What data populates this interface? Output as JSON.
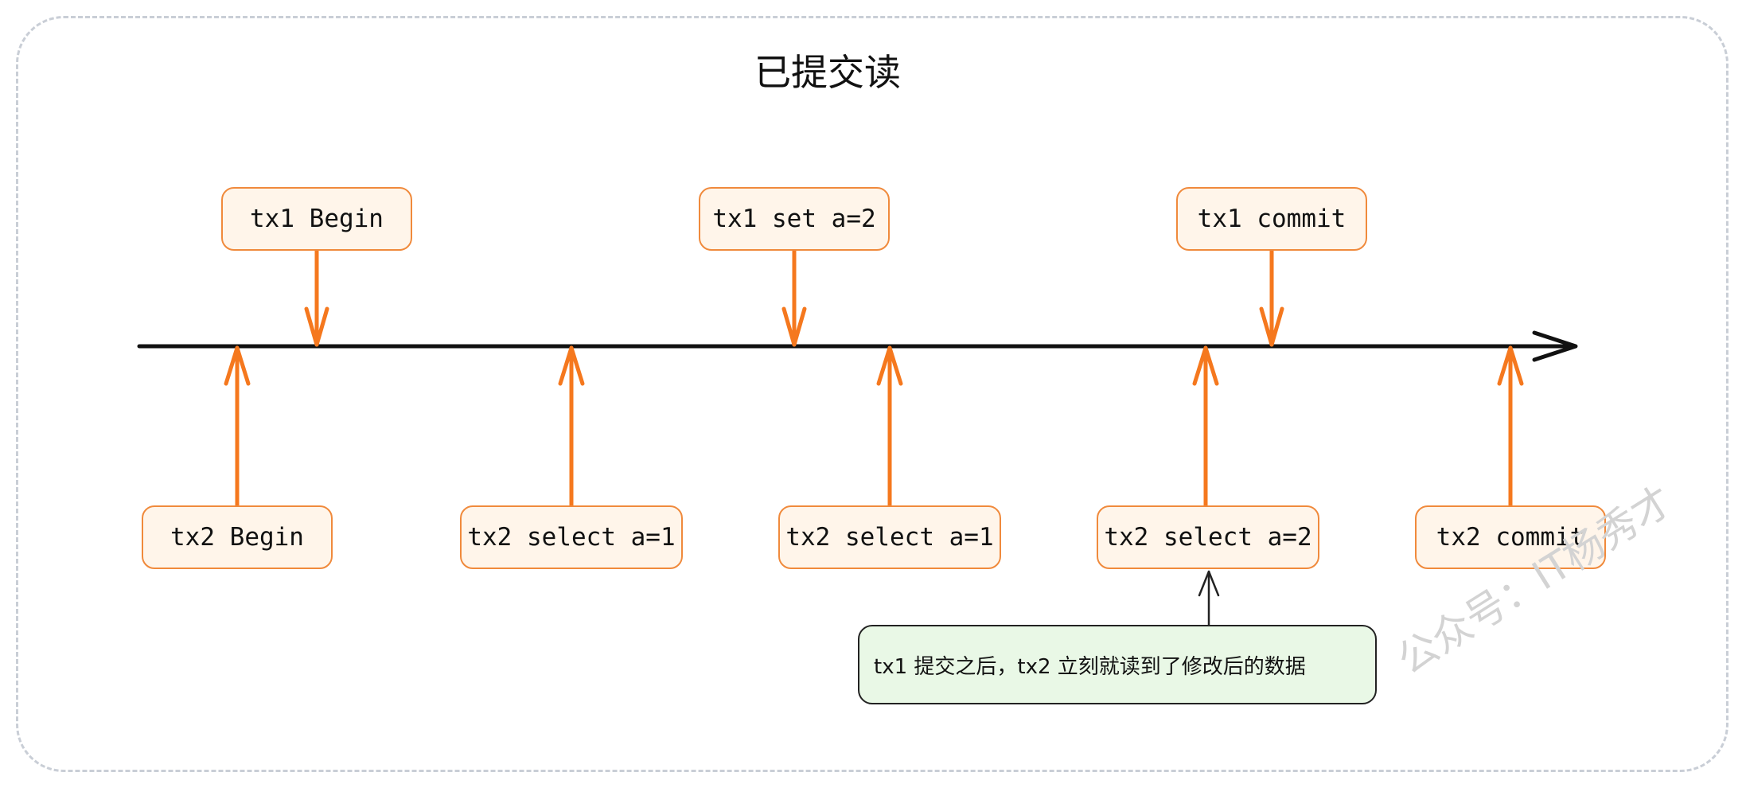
{
  "title": "已提交读",
  "colors": {
    "arrow": "#f5781e",
    "box_border": "#f08a3c",
    "box_fill": "#fff5ea",
    "note_fill": "#e9f8e6",
    "frame": "#c9ced6"
  },
  "events_top": [
    {
      "label": "tx1 Begin"
    },
    {
      "label": "tx1 set a=2"
    },
    {
      "label": "tx1 commit"
    }
  ],
  "events_bottom": [
    {
      "label": "tx2 Begin"
    },
    {
      "label": "tx2 select a=1"
    },
    {
      "label": "tx2 select a=1"
    },
    {
      "label": "tx2 select a=2"
    },
    {
      "label": "tx2 commit"
    }
  ],
  "note": "tx1 提交之后，tx2 立刻就读到了修改后的数据",
  "watermark": "公众号：IT杨秀才"
}
